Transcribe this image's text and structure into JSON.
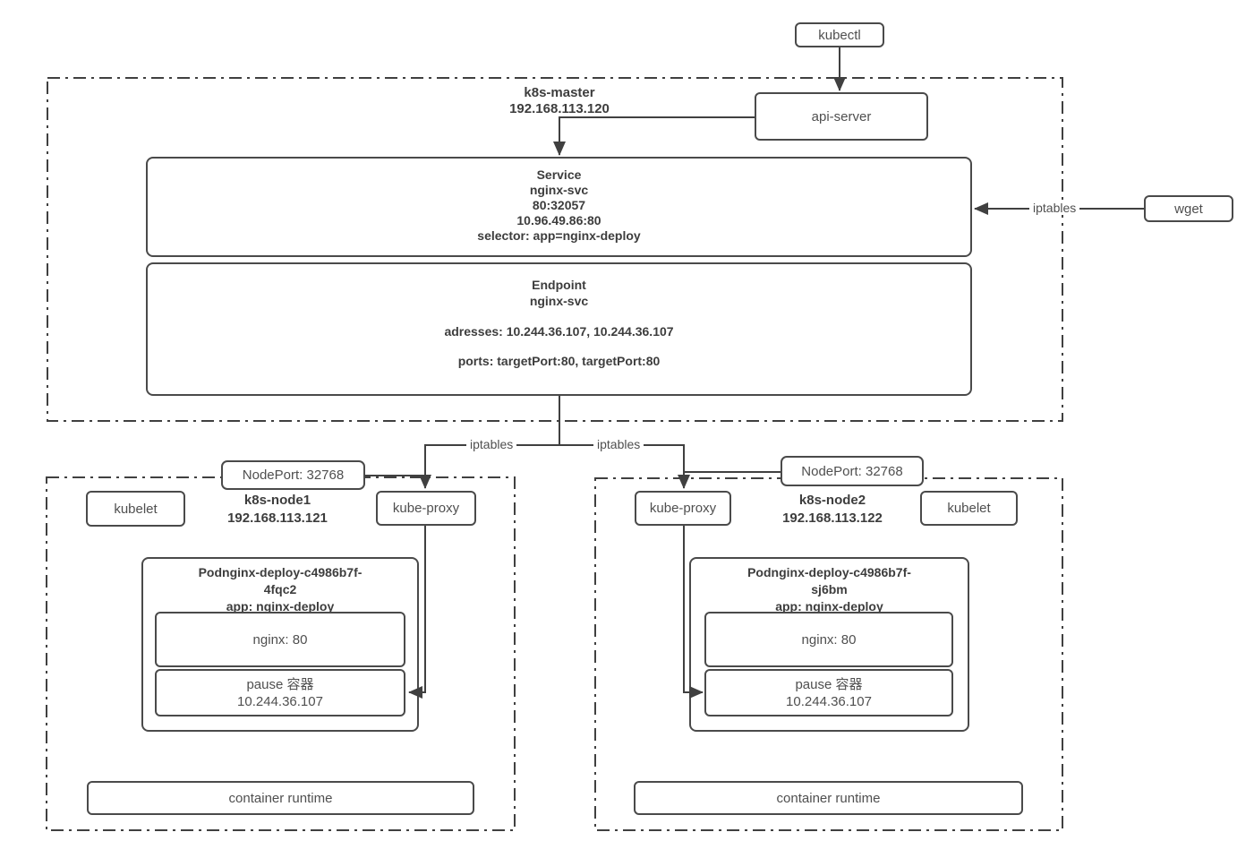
{
  "kubectl_label": "kubectl",
  "api_server_label": "api-server",
  "wget_label": "wget",
  "iptables_label": "iptables",
  "master": {
    "name": "k8s-master",
    "ip": "192.168.113.120",
    "service": {
      "title": "Service",
      "name": "nginx-svc",
      "nodeport_mapping": "80:32057",
      "cluster_ip": "10.96.49.86:80",
      "selector": "selector: app=nginx-deploy"
    },
    "endpoint": {
      "title": "Endpoint",
      "name": "nginx-svc",
      "addresses": "adresses: 10.244.36.107, 10.244.36.107",
      "ports": "ports: targetPort:80, targetPort:80"
    }
  },
  "nodes": [
    {
      "name": "k8s-node1",
      "ip": "192.168.113.121",
      "nodeport_label": "NodePort: 32768",
      "kubelet_label": "kubelet",
      "kube_proxy_label": "kube-proxy",
      "pod": {
        "title_line1": "Podnginx-deploy-c4986b7f-",
        "title_line2": "4fqc2",
        "title_line3": "app: nginx-deploy",
        "nginx_container": "nginx: 80",
        "pause_container": "pause 容器",
        "pause_ip": "10.244.36.107"
      },
      "container_runtime_label": "container runtime"
    },
    {
      "name": "k8s-node2",
      "ip": "192.168.113.122",
      "nodeport_label": "NodePort: 32768",
      "kubelet_label": "kubelet",
      "kube_proxy_label": "kube-proxy",
      "pod": {
        "title_line1": "Podnginx-deploy-c4986b7f-",
        "title_line2": "sj6bm",
        "title_line3": "app: nginx-deploy",
        "nginx_container": "nginx: 80",
        "pause_container": "pause 容器",
        "pause_ip": "10.244.36.107"
      },
      "container_runtime_label": "container runtime"
    }
  ],
  "colors": {
    "stroke": "#4a4a4a",
    "line": "#404040",
    "text": "#4f4f4f",
    "bold_text": "#3d3d3d",
    "background": "#ffffff"
  }
}
